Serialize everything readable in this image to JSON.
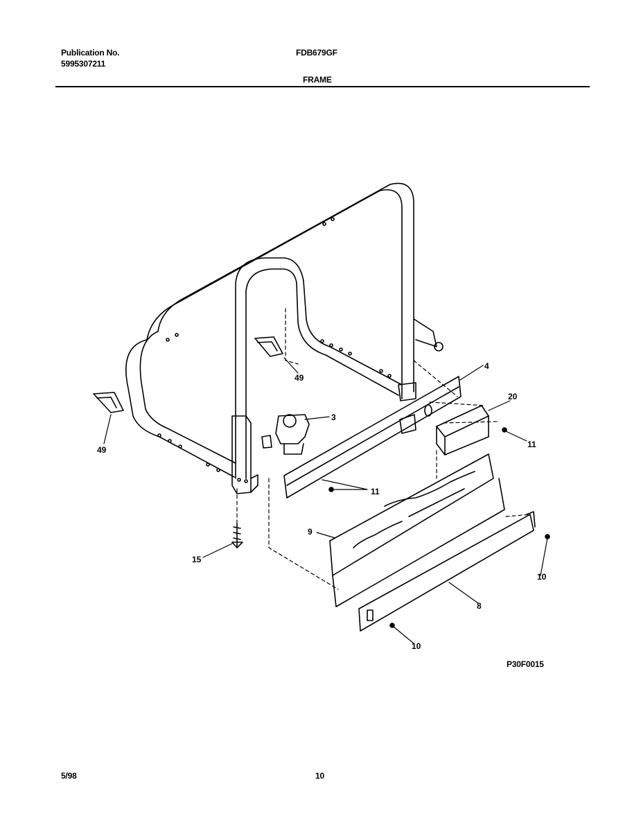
{
  "header": {
    "publication_label": "Publication No.",
    "publication_number": "5995307211",
    "model": "FDB679GF",
    "section_title": "FRAME"
  },
  "diagram": {
    "callouts": {
      "c4": "4",
      "c20": "20",
      "c3": "3",
      "c49a": "49",
      "c49b": "49",
      "c11a": "11",
      "c11b": "11",
      "c9": "9",
      "c15": "15",
      "c10a": "10",
      "c10b": "10",
      "c8": "8"
    },
    "figure_code": "P30F0015"
  },
  "footer": {
    "date": "5/98",
    "page_number": "10"
  }
}
